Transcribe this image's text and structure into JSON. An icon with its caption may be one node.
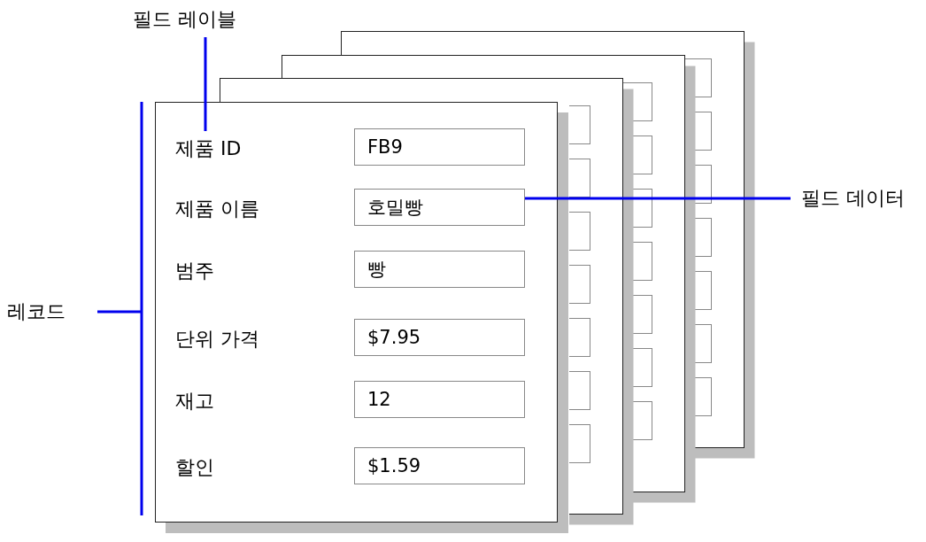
{
  "diagram": {
    "nodes": [
      {
        "text": [
          "필드 레이블"
        ]
      },
      {
        "text": [],
        "shape": "box"
      },
      {
        "text": [
          "제품 ID"
        ],
        "in": 1
      },
      {
        "text": [
          "FB9"
        ],
        "in": 1
      },
      {
        "text": [
          "호밀빵"
        ],
        "in": 1
      },
      {
        "text": [
          "빵"
        ],
        "in": 1
      },
      {
        "text": [
          "$7.95"
        ],
        "in": 1
      },
      {
        "text": [
          "12"
        ],
        "in": 1
      },
      {
        "text": [
          "$1.59"
        ],
        "in": 1
      },
      {
        "text": [
          "필드 데이터"
        ]
      },
      {
        "text": [
          "레코드"
        ]
      }
    ],
    "edges": [
      {
        "from": 0,
        "to": 2,
        "arrow": "none"
      },
      {
        "from": 9,
        "to": 4,
        "arrow": "none"
      },
      {
        "from": 10,
        "to": 1,
        "arrow": "none"
      }
    ],
    "labels": [
      "제품 이름",
      "범주",
      "단위 가격",
      "재고",
      "할인"
    ]
  }
}
